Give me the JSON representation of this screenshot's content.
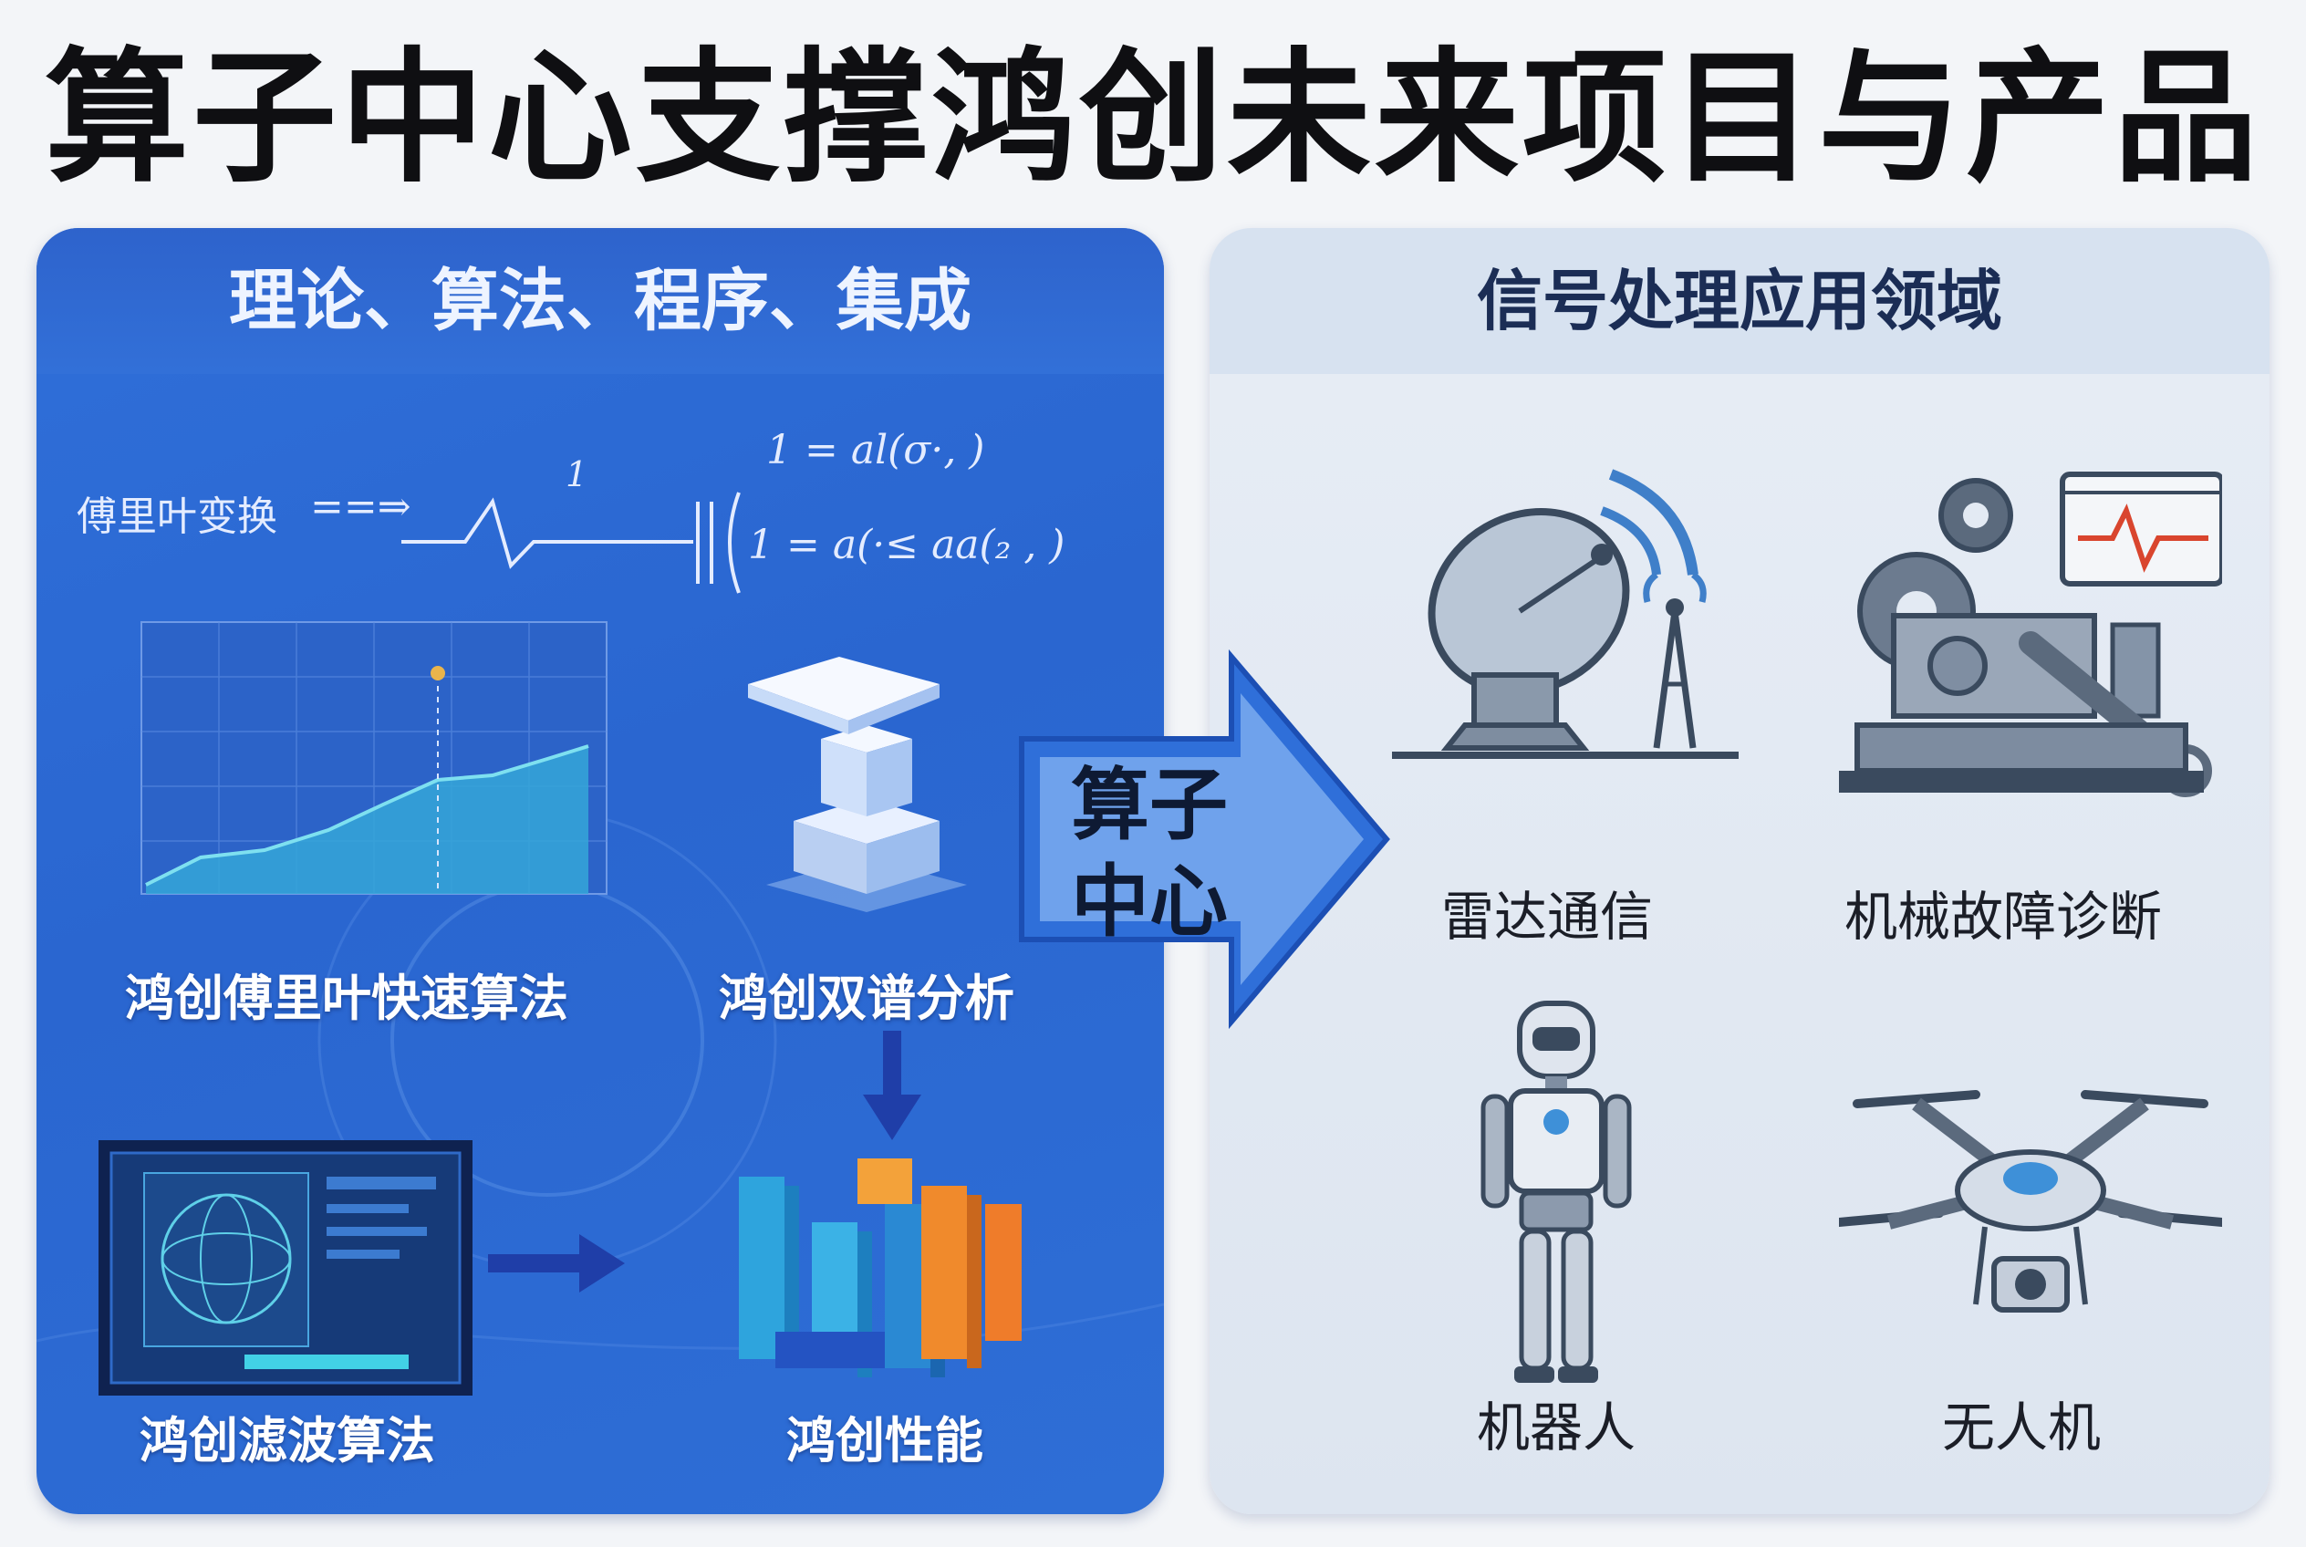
{
  "title": "算子中心支撑鸿创未来项目与产品",
  "left_panel": {
    "header": "理论、算法、程序、集成",
    "formula": {
      "label": "傅里叶变换",
      "arrow": "==⇒",
      "mid": "1",
      "line1": "1 = al(σ·, )",
      "line2": "1 = a(·≤ aa(₂ , )"
    },
    "items": [
      {
        "label": "鸿创傅里叶快速算法",
        "icon": "line-chart-icon"
      },
      {
        "label": "鸿创双谱分析",
        "icon": "stacked-blocks-icon"
      },
      {
        "label": "鸿创滤波算法",
        "icon": "filter-screen-icon"
      },
      {
        "label": "鸿创性能",
        "icon": "3d-bar-chart-icon"
      }
    ]
  },
  "center_arrow": {
    "label": "算子中心",
    "color": "#2f6fd9"
  },
  "right_panel": {
    "header": "信号处理应用领域",
    "items": [
      {
        "label": "雷达通信",
        "icon": "radar-dish-icon"
      },
      {
        "label": "机械故障诊断",
        "icon": "gear-wrench-icon"
      },
      {
        "label": "机器人",
        "icon": "robot-icon"
      },
      {
        "label": "无人机",
        "icon": "drone-icon"
      }
    ]
  },
  "colors": {
    "left_panel": "#2f6fd9",
    "right_panel": "#e3eaf3",
    "title": "#0f0f12",
    "accent_orange": "#f08a2c",
    "accent_cyan": "#3cc6e6"
  }
}
